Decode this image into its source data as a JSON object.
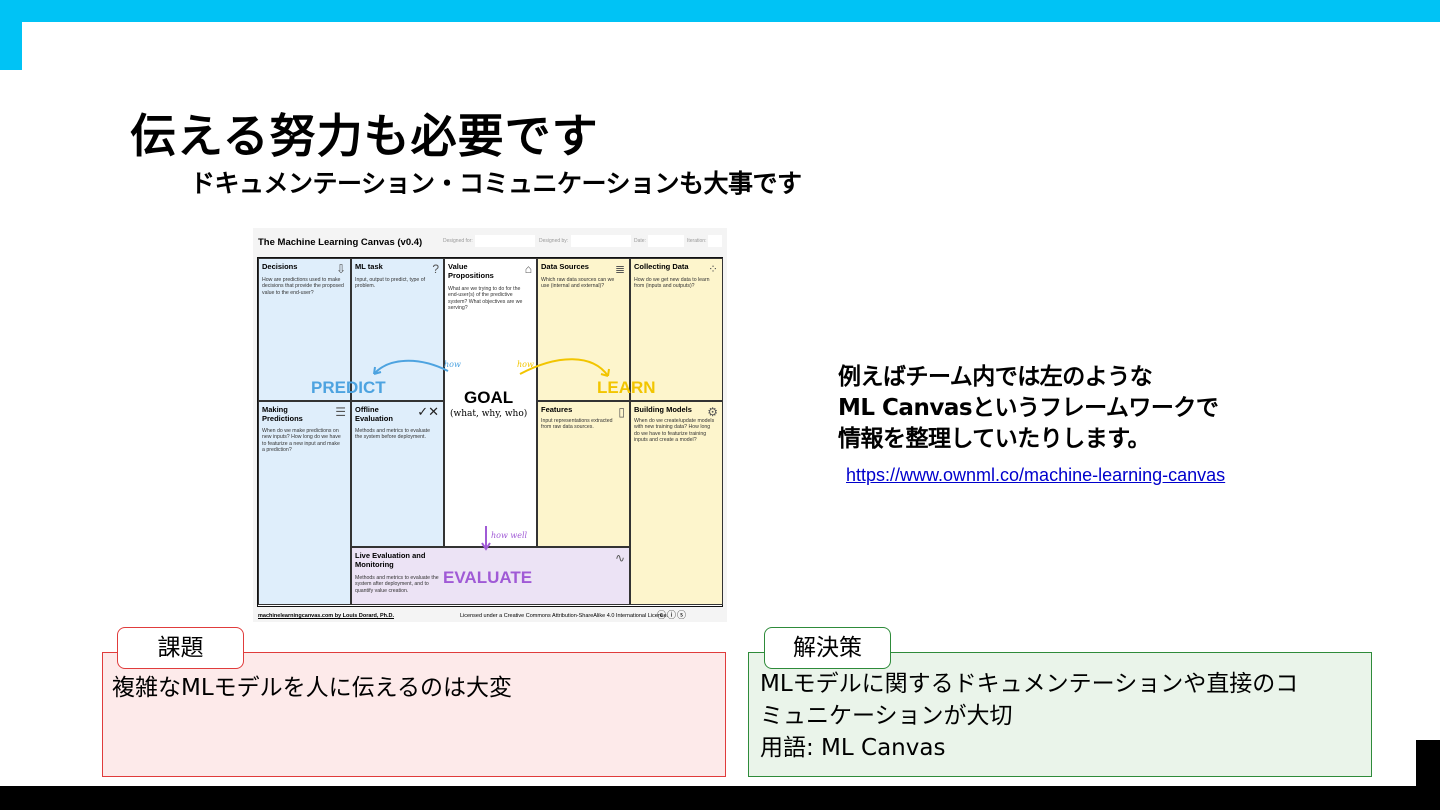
{
  "colors": {
    "accent": "#00c3f5",
    "problem_border": "#e03c3c",
    "problem_fill": "#fdeaea",
    "solution_border": "#2e8b3a",
    "solution_fill": "#eaf4ea",
    "predict": "#4da3e0",
    "learn": "#f2c500",
    "evaluate": "#a05ad6"
  },
  "slide": {
    "title": "伝える努力も必要です",
    "subtitle": "ドキュメンテーション・コミュニケーションも大事です"
  },
  "canvas": {
    "title": "The Machine Learning Canvas (v0.4)",
    "designed_for": "Designed for:",
    "designed_by": "Designed by:",
    "date": "Date:",
    "iteration": "Iteration:",
    "cells": {
      "decisions": {
        "title": "Decisions",
        "desc": "How are predictions used to make decisions that provide the proposed value to the end-user?"
      },
      "ml_task": {
        "title": "ML task",
        "desc": "Input, output to predict, type of problem."
      },
      "value_props": {
        "title": "Value Propositions",
        "desc": "What are we trying to do for the end-user(s) of the predictive system? What objectives are we serving?"
      },
      "data_sources": {
        "title": "Data Sources",
        "desc": "Which raw data sources can we use (internal and external)?"
      },
      "collecting_data": {
        "title": "Collecting Data",
        "desc": "How do we get new data to learn from (inputs and outputs)?"
      },
      "making_predictions": {
        "title": "Making Predictions",
        "desc": "When do we make predictions on new inputs? How long do we have to featurize a new input and make a prediction?"
      },
      "offline_eval": {
        "title": "Offline Evaluation",
        "desc": "Methods and metrics to evaluate the system before deployment."
      },
      "features": {
        "title": "Features",
        "desc": "Input representations extracted from raw data sources."
      },
      "building_models": {
        "title": "Building Models",
        "desc": "When do we create/update models with new training data? How long do we have to featurize training inputs and create a model?"
      },
      "live_eval": {
        "title": "Live Evaluation and Monitoring",
        "desc": "Methods and metrics to evaluate the system after deployment, and to quantify value creation."
      }
    },
    "labels": {
      "predict": "PREDICT",
      "learn": "LEARN",
      "evaluate": "EVALUATE",
      "goal": "GOAL",
      "goal_sub": "(what, why, who)",
      "how_left": "how",
      "how_right": "how",
      "how_well": "how well"
    },
    "footer_left": "machinelearningcanvas.com by Louis Dorard, Ph.D.",
    "footer_right": "Licensed under a Creative Commons Attribution-ShareAlike 4.0 International License."
  },
  "note": {
    "line1": "例えばチーム内では左のような",
    "line2": "ML Canvasというフレームワークで",
    "line3": "情報を整理していたりします。",
    "link": "https://www.ownml.co/machine-learning-canvas"
  },
  "problem": {
    "tag": "課題",
    "text": "複雑なMLモデルを人に伝えるのは大変"
  },
  "solution": {
    "tag": "解決策",
    "line1": "MLモデルに関するドキュメンテーションや直接のコ",
    "line2": "ミュニケーションが大切",
    "line3": "用語: ML Canvas"
  }
}
